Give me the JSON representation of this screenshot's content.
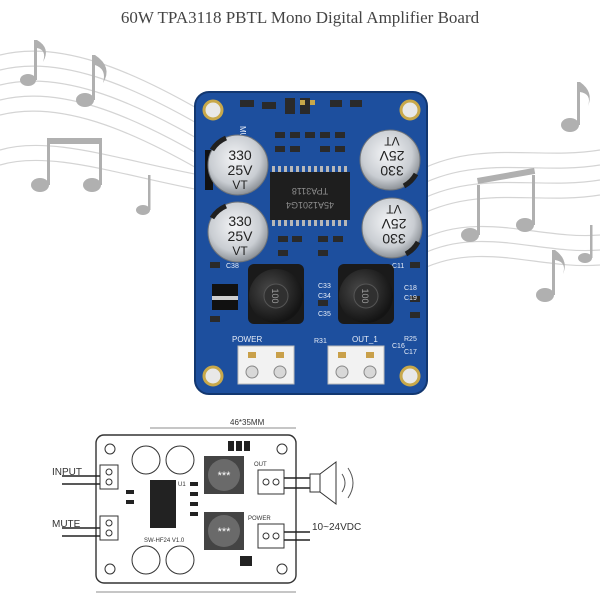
{
  "title": "60W TPA3118 PBTL Mono Digital Amplifier Board",
  "board": {
    "capacitors": [
      {
        "value": "330",
        "voltage": "25V",
        "code": "VT"
      },
      {
        "value": "330",
        "voltage": "25V",
        "code": "VT"
      },
      {
        "value": "330",
        "voltage": "25V",
        "code": "VT"
      },
      {
        "value": "330",
        "voltage": "25V",
        "code": "VT"
      }
    ],
    "chip_marking_1": "TPA3118",
    "chip_marking_2": "45A1201G4",
    "silk_mute": "MUTE",
    "silk_power": "POWER",
    "silk_out": "OUT_1",
    "silk_c38": "C38",
    "silk_c33": "C33",
    "silk_c34": "C34",
    "silk_c35": "C35",
    "silk_c11": "C11",
    "silk_c18": "C18",
    "silk_c19": "C19",
    "silk_c16": "C16",
    "silk_c17": "C17",
    "silk_r31": "R31",
    "silk_r25": "R25",
    "inductor_marking": "100"
  },
  "diagram": {
    "size_label": "46*35MM",
    "input_label": "INPUT",
    "mute_label": "MUTE",
    "voltage_label": "10~24VDC",
    "cap_marking": "***",
    "out_label": "OUT",
    "power_label": "POWER",
    "model_label": "SW-HF24 V1.0",
    "chip_label": "U1"
  },
  "colors": {
    "pcb": "#1d4f9e",
    "pcb_dark": "#153c7c",
    "cap_silver": "#dcdfe3",
    "inductor": "#2b2b2b",
    "wave": "#cfcfcf",
    "note": "#a8a8a8"
  }
}
